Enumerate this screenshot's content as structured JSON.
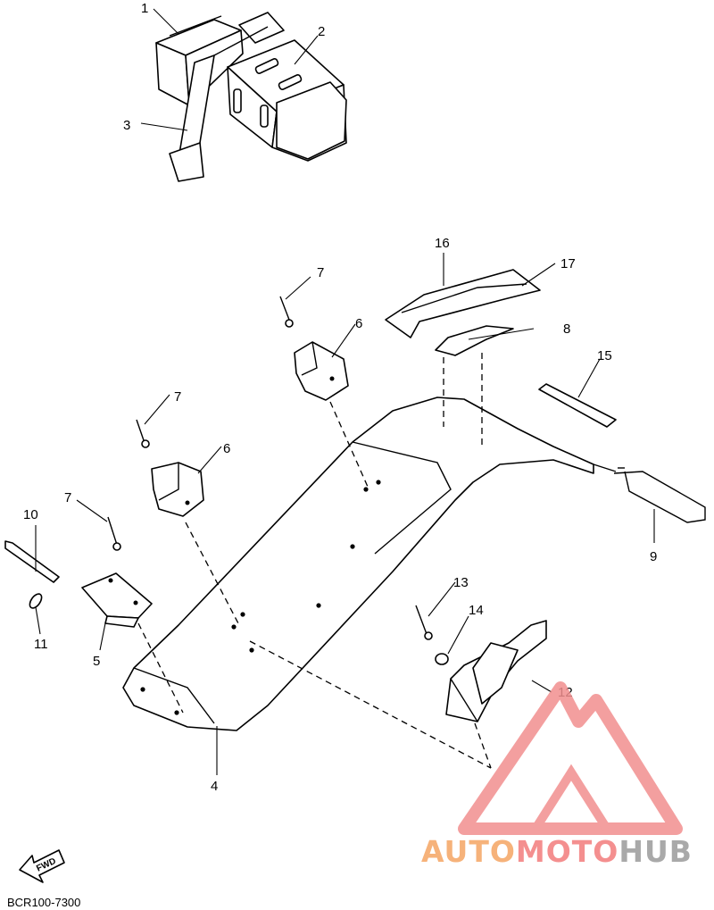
{
  "diagram_code": "BCR100-7300",
  "fwd_label": "FWD",
  "watermark": {
    "part_auto": "AUTO",
    "part_moto": "MOTO",
    "part_hub": "HUB",
    "color_auto": "#f6b27a",
    "color_moto": "#f48f8f",
    "color_hub": "#a9a9a9",
    "logo_color": "#f28f8f"
  },
  "callouts": {
    "n1": "1",
    "n2": "2",
    "n3": "3",
    "n4": "4",
    "n5": "5",
    "n6a": "6",
    "n6b": "6",
    "n7a": "7",
    "n7b": "7",
    "n7c": "7",
    "n8": "8",
    "n9": "9",
    "n10": "10",
    "n11": "11",
    "n12": "12",
    "n13": "13",
    "n14": "14",
    "n15": "15",
    "n16": "16",
    "n17": "17"
  }
}
